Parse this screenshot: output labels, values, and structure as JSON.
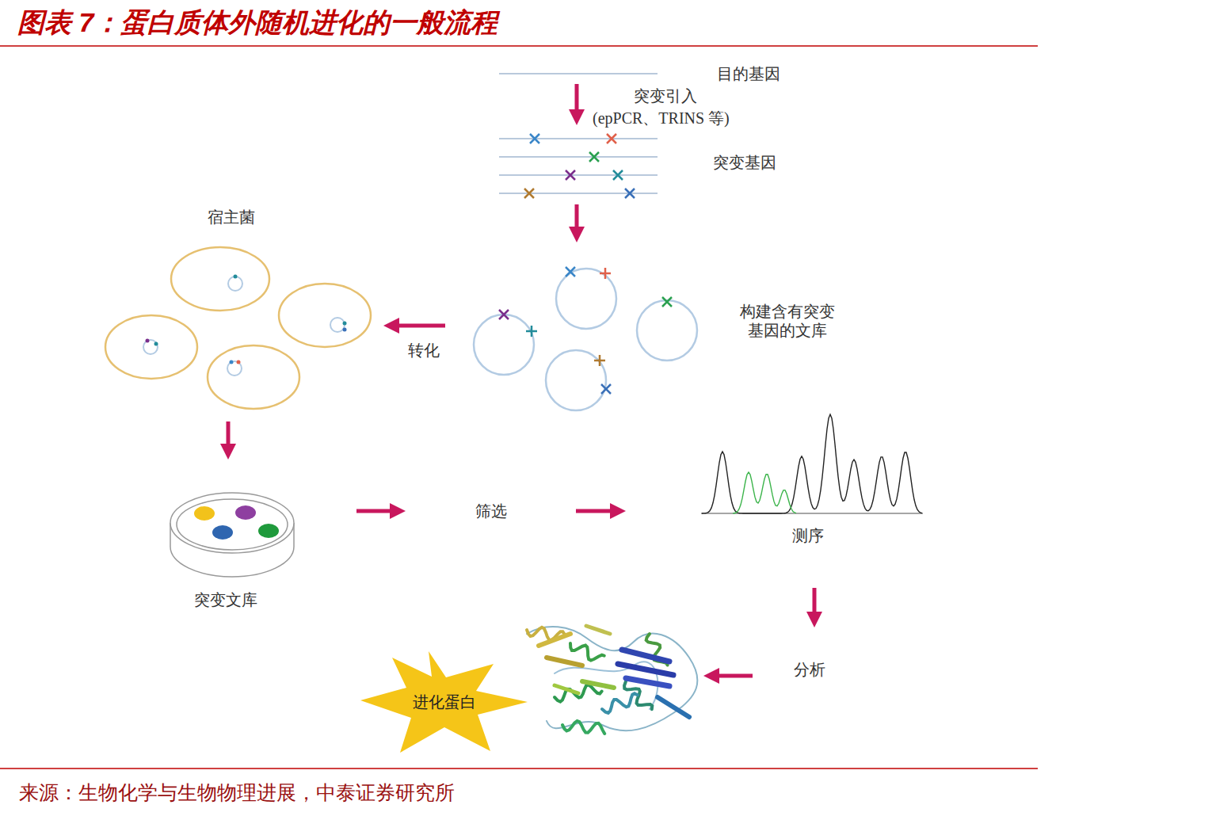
{
  "diagram": {
    "title": "图表 7：蛋白质体外随机进化的一般流程",
    "caption": "来源：生物化学与生物物理进展，中泰证券研究所",
    "nodes": [
      {
        "text": [
          "进化蛋白"
        ]
      }
    ],
    "labels": [
      "目的基因",
      "突变引入",
      "(epPCR、TRINS 等)",
      "突变基因",
      "宿主菌",
      "构建含有突变 基因的文库",
      "转化",
      "突变文库",
      "筛选",
      "测序",
      "分析"
    ]
  }
}
